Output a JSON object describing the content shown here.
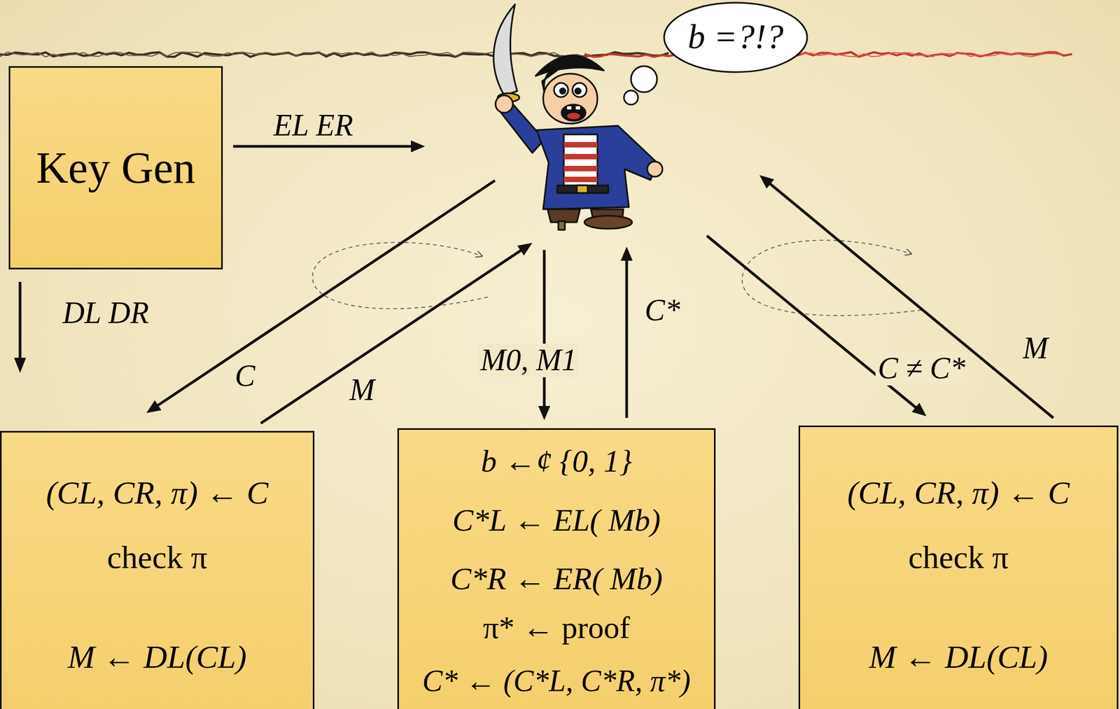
{
  "diagram": {
    "nodes": [
      {
        "text": [
          "Key Gen"
        ]
      },
      {
        "text": [
          "b =?!?"
        ]
      },
      {
        "text": [
          "(CL, CR, π) ← C",
          "check π",
          "M ← DL(CL)"
        ]
      },
      {
        "text": [
          "b ←¢ {0, 1}",
          "C*L ← EL( Mb)",
          "C*R ← ER( Mb)",
          "π* ← proof",
          "C* ← (C*L, C*R, π*)"
        ]
      },
      {
        "text": [
          "(CL, CR, π) ← C",
          "check π",
          "M ← DL(CL)"
        ]
      }
    ],
    "edges": [
      {
        "from": 0,
        "to": 1,
        "arrow": "to",
        "label": "EL ER"
      },
      {
        "from": 1,
        "to": 2,
        "arrow": "to",
        "label": "C"
      },
      {
        "from": 2,
        "to": 1,
        "arrow": "to",
        "label": "M"
      },
      {
        "from": 1,
        "to": 3,
        "arrow": "to",
        "label": "M0, M1"
      },
      {
        "from": 3,
        "to": 1,
        "arrow": "to",
        "label": "C*"
      },
      {
        "from": 1,
        "to": 4,
        "arrow": "to",
        "label": "C ≠ C*"
      },
      {
        "from": 4,
        "to": 1,
        "arrow": "to",
        "label": "M"
      }
    ],
    "labels": [
      "DL DR"
    ]
  }
}
